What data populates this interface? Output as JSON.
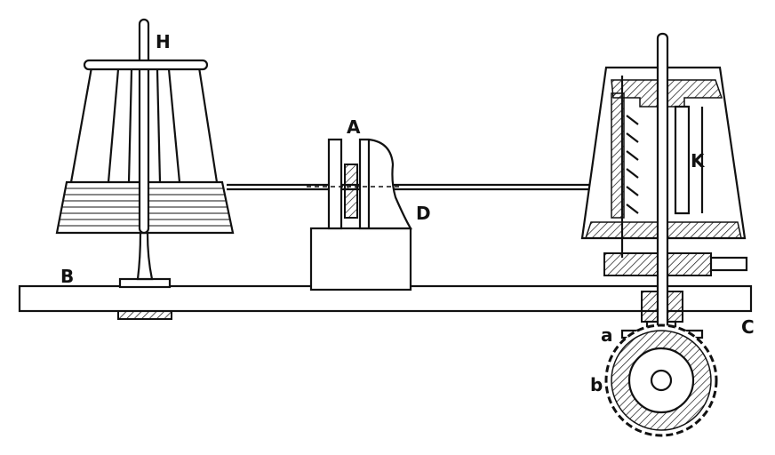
{
  "figure": {
    "labels": {
      "H": "H",
      "A": "A",
      "K": "K",
      "D": "D",
      "B": "B",
      "C": "C",
      "a": "a",
      "b": "b"
    },
    "colors": {
      "ink": "#111111",
      "paper": "#ffffff"
    }
  }
}
